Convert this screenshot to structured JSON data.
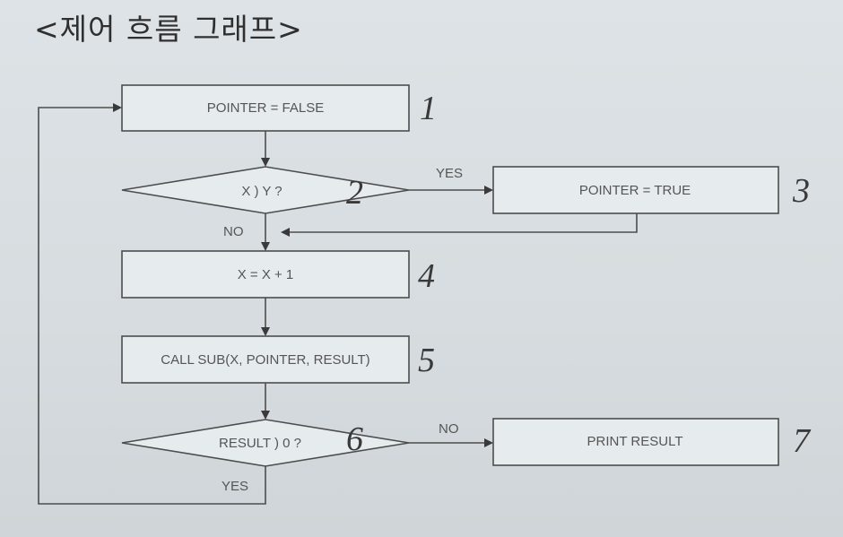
{
  "title": "<제어 흐름 그래프>",
  "nodes": {
    "n1": {
      "text": "POINTER = FALSE",
      "num": "1"
    },
    "n2": {
      "text": "X ) Y ?",
      "num": "2"
    },
    "n3": {
      "text": "POINTER = TRUE",
      "num": "3"
    },
    "n4": {
      "text": "X = X + 1",
      "num": "4"
    },
    "n5": {
      "text": "CALL  SUB(X, POINTER, RESULT)",
      "num": "5"
    },
    "n6": {
      "text": "RESULT ) 0 ?",
      "num": "6"
    },
    "n7": {
      "text": "PRINT RESULT",
      "num": "7"
    }
  },
  "edges": {
    "yes_2_3": "YES",
    "no_2_4": "NO",
    "no_6_7": "NO",
    "yes_6_1": "YES"
  }
}
